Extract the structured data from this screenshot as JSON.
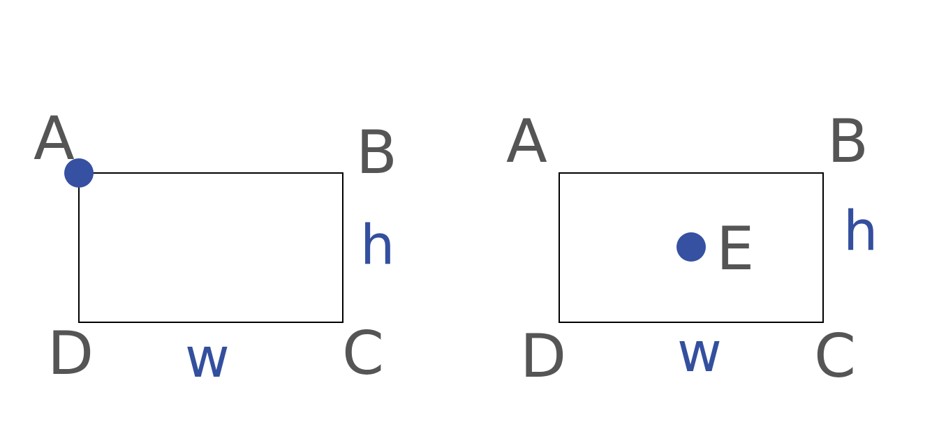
{
  "colors": {
    "label": "#555555",
    "dimension": "#334f9e",
    "point": "#3650a2",
    "outline": "#000000"
  },
  "left_diagram": {
    "corners": {
      "a": "A",
      "b": "B",
      "c": "C",
      "d": "D"
    },
    "width_label": "w",
    "height_label": "h"
  },
  "right_diagram": {
    "corners": {
      "a": "A",
      "b": "B",
      "c": "C",
      "d": "D"
    },
    "point_label": "E",
    "width_label": "w",
    "height_label": "h"
  }
}
